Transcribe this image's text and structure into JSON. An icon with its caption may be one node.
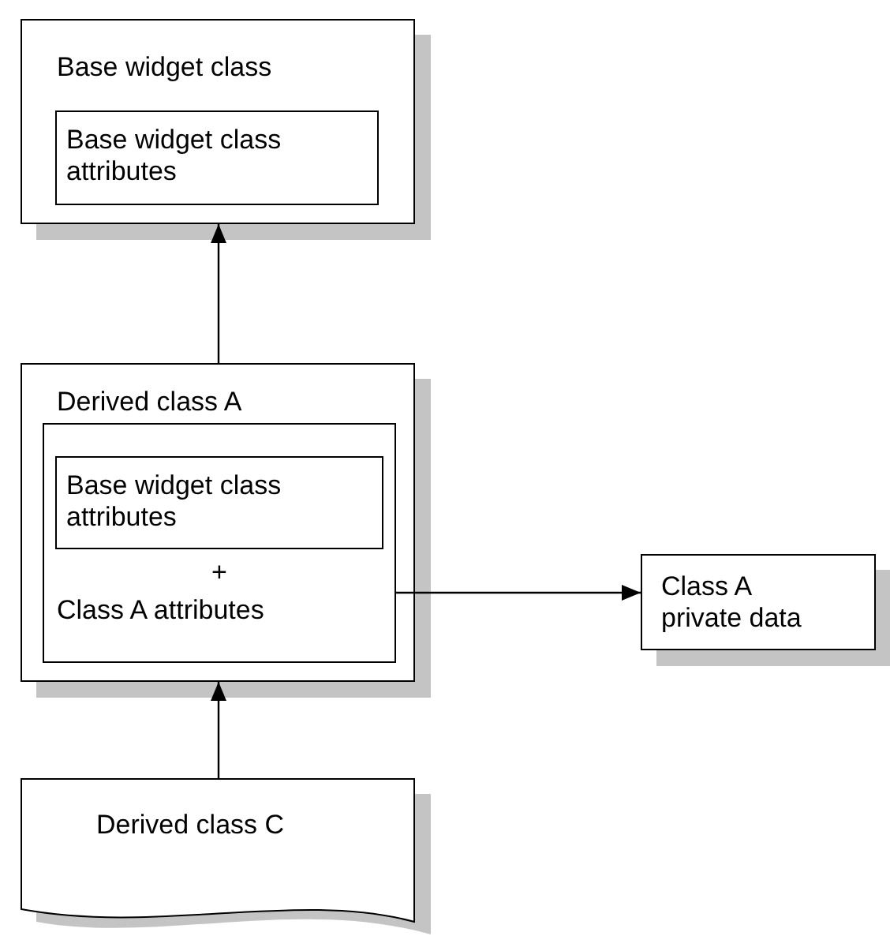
{
  "diagram": {
    "nodes": [
      {
        "text": [
          "Base widget class"
        ]
      },
      {
        "text": [
          "Base widget class attributes"
        ],
        "in": 0
      },
      {
        "text": [
          "Derived class A"
        ]
      },
      {
        "text": [
          "+",
          "Class A attributes"
        ],
        "in": 2
      },
      {
        "text": [
          "Base widget class attributes"
        ],
        "in": 3
      },
      {
        "text": [
          "Class A private data"
        ]
      },
      {
        "text": [
          "Derived class C"
        ]
      }
    ],
    "edges": [
      {
        "from": 2,
        "to": 0,
        "arrow": "to"
      },
      {
        "from": 6,
        "to": 2,
        "arrow": "to"
      },
      {
        "from": 3,
        "to": 5,
        "arrow": "to"
      }
    ]
  }
}
